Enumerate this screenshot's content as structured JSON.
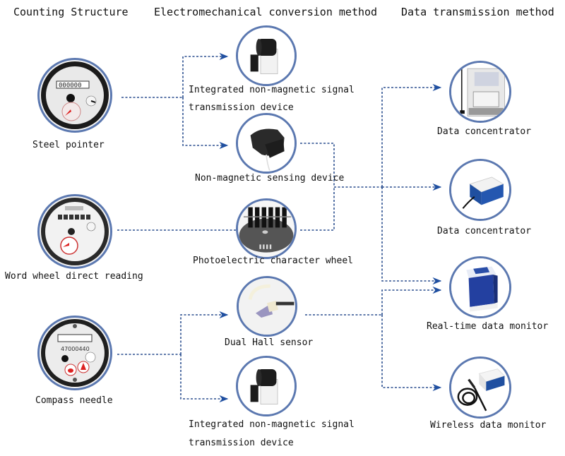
{
  "headers": {
    "counting": "Counting Structure",
    "conversion": "Electromechanical conversion method",
    "transmission": "Data transmission method"
  },
  "counting_structures": [
    {
      "label": "Steel pointer",
      "icon": "water-meter-steel-pointer-icon"
    },
    {
      "label": "Word wheel direct reading",
      "icon": "water-meter-word-wheel-icon",
      "dial_reading": ""
    },
    {
      "label": "Compass needle",
      "icon": "water-meter-compass-icon",
      "meter_serial": "47000440"
    }
  ],
  "conversion_methods": [
    {
      "label_line1": "Integrated non-magnetic signal",
      "label_line2": "transmission device",
      "icon": "signal-transmission-device-icon"
    },
    {
      "label": "Non-magnetic sensing device",
      "icon": "non-magnetic-sensor-icon"
    },
    {
      "label": "Photoelectric character wheel",
      "icon": "photoelectric-wheel-icon"
    },
    {
      "label": "Dual Hall sensor",
      "icon": "hall-sensor-icon"
    },
    {
      "label_line1": "Integrated non-magnetic signal",
      "label_line2": "transmission device",
      "icon": "signal-transmission-device-icon"
    }
  ],
  "transmission_methods": [
    {
      "label": "Data concentrator",
      "icon": "data-concentrator-antenna-icon"
    },
    {
      "label": "Data concentrator",
      "icon": "data-concentrator-box-icon"
    },
    {
      "label": "Real-time data monitor",
      "icon": "realtime-monitor-icon"
    },
    {
      "label": "Wireless data monitor",
      "icon": "wireless-monitor-icon"
    }
  ],
  "colors": {
    "node_border": "#5b78b0",
    "connector": "#2b4f8f",
    "arrow": "#1f4fa0"
  }
}
